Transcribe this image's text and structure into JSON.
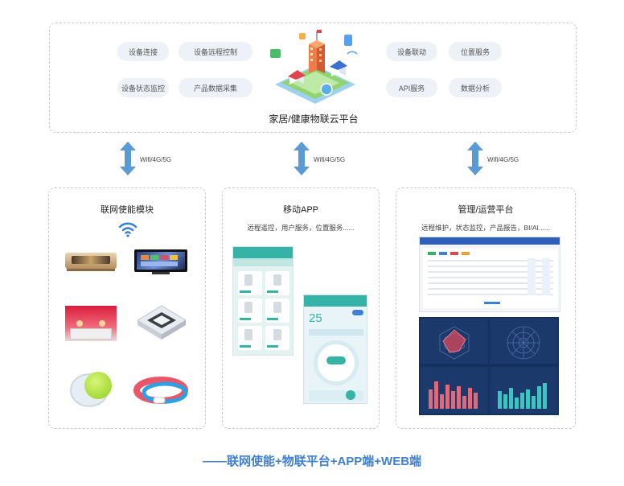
{
  "platform": {
    "title": "家居/健康物联云平台",
    "features_left": [
      "设备连接",
      "设备远程控制",
      "设备状态监控",
      "产品数据采集"
    ],
    "features_right": [
      "设备联动",
      "位置服务",
      "API服务",
      "数据分析"
    ]
  },
  "links": [
    "Wifi/4G/5G",
    "Wifi/4G/5G",
    "Wifi/4G/5G"
  ],
  "modules": [
    {
      "title": "联网使能模块",
      "subtitle": ""
    },
    {
      "title": "移动APP",
      "subtitle": "远程遥控，用户服务，位置服务......"
    },
    {
      "title": "管理/运营平台",
      "subtitle": "远程维护，状态监控，产品报告，BI/AI......"
    }
  ],
  "app_screen": {
    "temp": "25"
  },
  "tagline": "——联网使能+物联平台+APP端+WEB端",
  "colors": {
    "accent": "#3f7fd4",
    "arrow": "#5b9bd5",
    "teal": "#34b3a6",
    "dashboard_bg": "#1b3a6b",
    "bar": "#e06a7a"
  }
}
